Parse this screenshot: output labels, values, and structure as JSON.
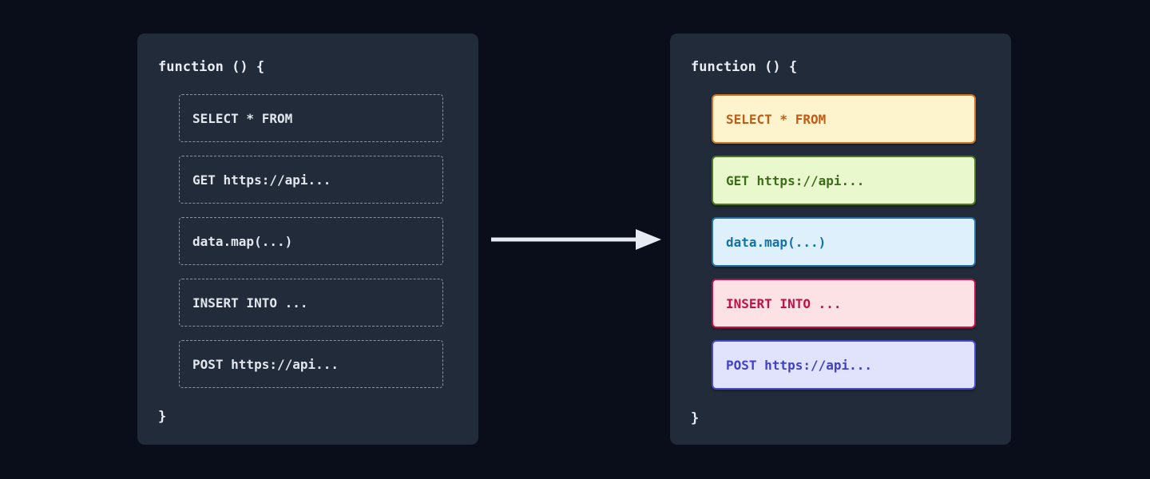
{
  "page": {
    "background": "#0a0e1a",
    "panel_background": "#222b3a"
  },
  "left_panel": {
    "header": "function () {",
    "footer": "}",
    "row_border_color": "#8a93a3",
    "row_text_color": "#e2e7ee",
    "rows": [
      {
        "text": "SELECT * FROM"
      },
      {
        "text": "GET https://api..."
      },
      {
        "text": "data.map(...)"
      },
      {
        "text": "INSERT INTO ..."
      },
      {
        "text": "POST https://api..."
      }
    ]
  },
  "arrow": {
    "direction": "right",
    "color": "#e7eaf2"
  },
  "right_panel": {
    "header": "function () {",
    "footer": "}",
    "rows": [
      {
        "text": "SELECT * FROM",
        "colors": {
          "bg": "#fdf3cd",
          "border": "#d2711f",
          "text": "#c05c16"
        }
      },
      {
        "text": "GET https://api...",
        "colors": {
          "bg": "#e9f8cd",
          "border": "#4f7a1f",
          "text": "#3e6d1a"
        }
      },
      {
        "text": "data.map(...)",
        "colors": {
          "bg": "#def0fc",
          "border": "#2172a8",
          "text": "#1272aa"
        }
      },
      {
        "text": "INSERT INTO ...",
        "colors": {
          "bg": "#fce1e5",
          "border": "#c11145",
          "text": "#c11145"
        }
      },
      {
        "text": "POST https://api...",
        "colors": {
          "bg": "#e1e3fc",
          "border": "#4949cc",
          "text": "#4040c9"
        }
      }
    ]
  }
}
